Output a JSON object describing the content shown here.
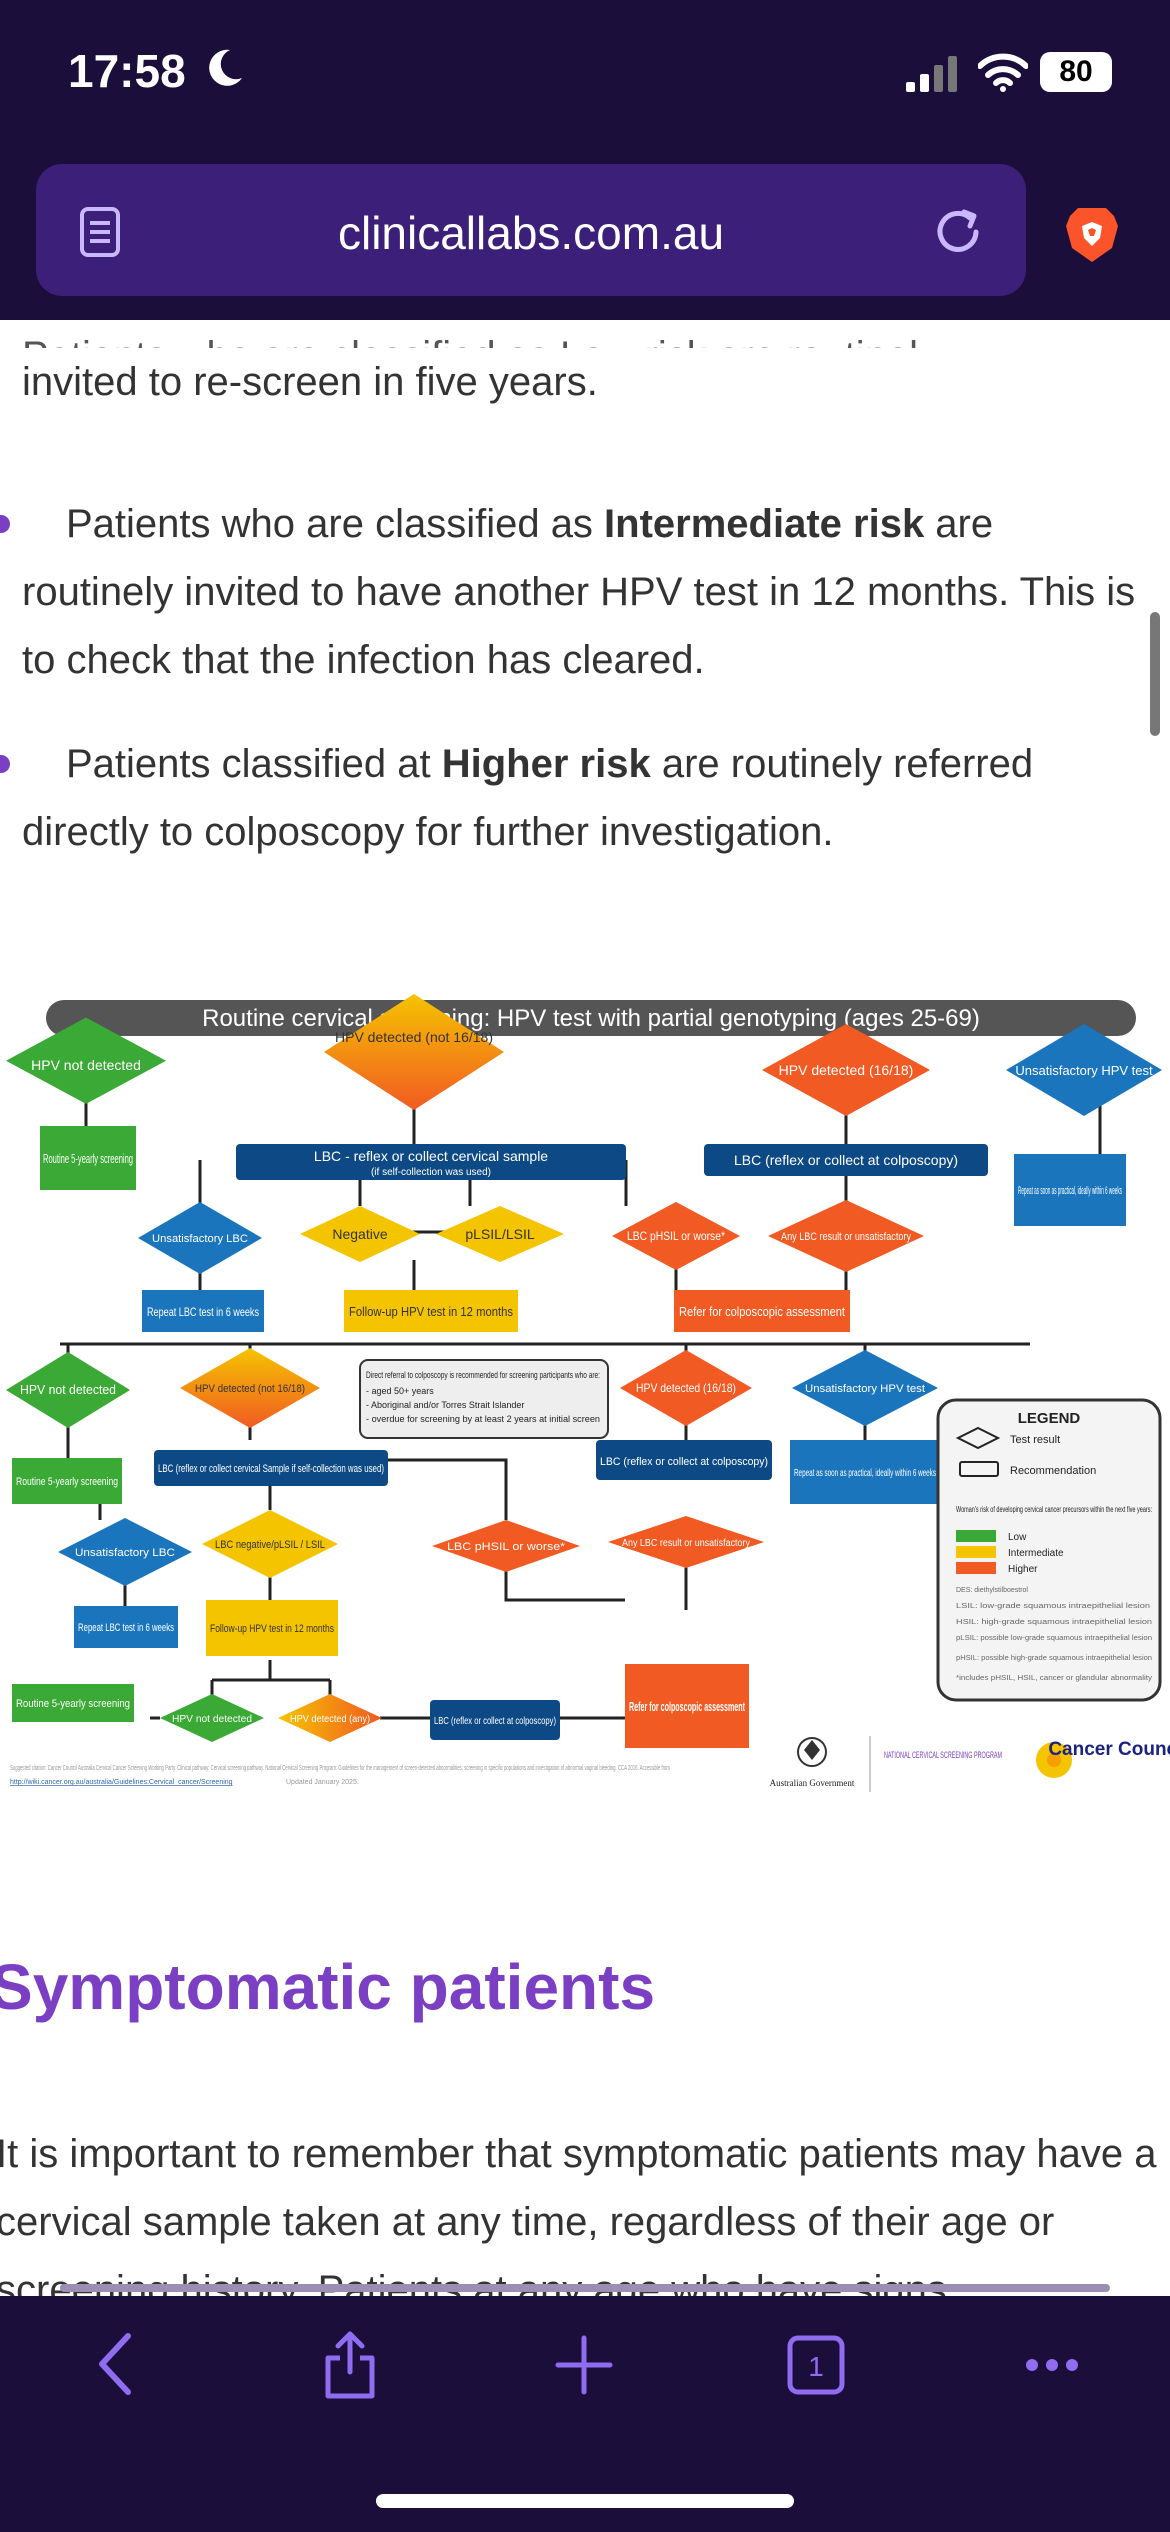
{
  "status": {
    "time": "17:58",
    "battery": "80"
  },
  "browser": {
    "url": "clinicallabs.com.au"
  },
  "content": {
    "para0_clip": "Patients who are classified as Low risk are routinely",
    "para0": "invited to re-screen in five years.",
    "b1_pre": "Patients who are classified as ",
    "b1_bold": "Intermediate risk",
    "b1_post": " are routinely invited to have another HPV test in 12 months. This is to check that the infection has cleared.",
    "b2_pre": "Patients classified at ",
    "b2_bold": "Higher risk",
    "b2_post": " are routinely referred directly to colposcopy for further investigation.",
    "heading": "Symptomatic patients",
    "para_sym": "It is important to remember that symptomatic patients may have a cervical sample taken at any time, regardless of their age or screening history. Patients at any age who have signs"
  },
  "diagram": {
    "title": "Routine cervical screening: HPV test with partial genotyping (ages 25-69)",
    "colors": {
      "green": "#3aa935",
      "yellow": "#f5c400",
      "orange": "#f15a22",
      "blue": "#1b75bc",
      "navy": "#0d4a85",
      "gray": "#555555"
    },
    "top": {
      "hpv_not_detected": "HPV not detected",
      "hpv_detected_not1618": "HPV detected (not 16/18)",
      "hpv_detected_1618": "HPV detected (16/18)",
      "unsatisfactory_hpv": "Unsatisfactory HPV test",
      "routine_5yearly": "Routine 5-yearly screening",
      "lbc_reflex": "LBC - reflex or collect cervical sample",
      "lbc_reflex_sub": "(if self-collection was used)",
      "lbc_colposcopy": "LBC (reflex or collect at colposcopy)",
      "repeat_soon": "Repeat as soon as practical, ideally within 6 weeks",
      "unsatisfactory_lbc": "Unsatisfactory LBC",
      "negative": "Negative",
      "plsil_lsil": "pLSIL/LSIL",
      "lbc_phsil": "LBC pHSIL or worse*",
      "any_lbc": "Any LBC result or unsatisfactory",
      "repeat_lbc": "Repeat LBC test in 6 weeks",
      "followup_hpv": "Follow-up HPV test in 12 months",
      "refer_colposcopic": "Refer for colposcopic assessment"
    },
    "bottom": {
      "hpv_not_detected": "HPV not detected",
      "hpv_detected_not1618": "HPV detected (not 16/18)",
      "direct_referral_title": "Direct referral to colposcopy is recommended for screening participants who are:",
      "direct_referral_1": "- aged 50+ years",
      "direct_referral_2": "- Aboriginal and/or Torres Strait Islander",
      "direct_referral_3": "- overdue for screening by at least 2 years at initial screen",
      "hpv_detected_1618": "HPV detected (16/18)",
      "unsatisfactory_hpv": "Unsatisfactory HPV test",
      "routine_5yearly": "Routine 5-yearly screening",
      "lbc_reflex": "LBC (reflex or collect cervical Sample if self-collection was used)",
      "lbc_colposcopy": "LBC (reflex or collect at colposcopy)",
      "repeat_practical": "Repeat as soon as practical, ideally within 6 weeks",
      "unsatisfactory_lbc": "Unsatisfactory LBC",
      "lbc_negative": "LBC negative/pLSIL / LSIL",
      "lbc_phsil": "LBC pHSIL or worse*",
      "any_lbc": "Any LBC result or unsatisfactory",
      "repeat_lbc": "Repeat LBC test in 6 weeks",
      "followup_hpv": "Follow-up HPV test in 12 months",
      "routine_5yearly_2": "Routine 5-yearly screening",
      "hpv_not_detected_2": "HPV not detected",
      "hpv_detected_any": "HPV detected (any)",
      "lbc_colposcopy_2": "LBC (reflex or collect at colposcopy)",
      "refer_colposcopic": "Refer for colposcopic assessment"
    },
    "legend": {
      "title": "LEGEND",
      "test_result": "Test result",
      "recommendation": "Recommendation",
      "risk_title": "Woman's risk of developing cervical cancer precursors within the next five years:",
      "low": "Low",
      "intermediate": "Intermediate",
      "higher": "Higher",
      "abbr1": "DES: diethylstilboestrol",
      "abbr2": "LSIL: low-grade squamous intraepithelial lesion",
      "abbr3": "HSIL: high-grade squamous intraepithelial lesion",
      "abbr4": "pLSIL: possible low-grade squamous intraepithelial lesion",
      "abbr5": "pHSIL: possible high-grade squamous intraepithelial lesion",
      "abbr6": "*includes pHSIL, HSIL, cancer or glandular abnormality"
    },
    "citation": "Suggested citation: Cancer Council Australia Cervical Cancer Screening Working Party. Clinical pathway: Cervical screening pathway. National Cervical Screening Program: Guidelines for the management of screen-detected abnormalities, screening in specific populations and investigation of abnormal vaginal bleeding. CCA 2016. Accessible from",
    "citation_link": "http://wiki.cancer.org.au/australia/Guidelines:Cervical_cancer/Screening",
    "updated": "Updated January 2025.",
    "logo_gov": "Australian Government",
    "logo_ncsp": "NATIONAL CERVICAL SCREENING PROGRAM",
    "logo_cc": "Cancer Council"
  }
}
